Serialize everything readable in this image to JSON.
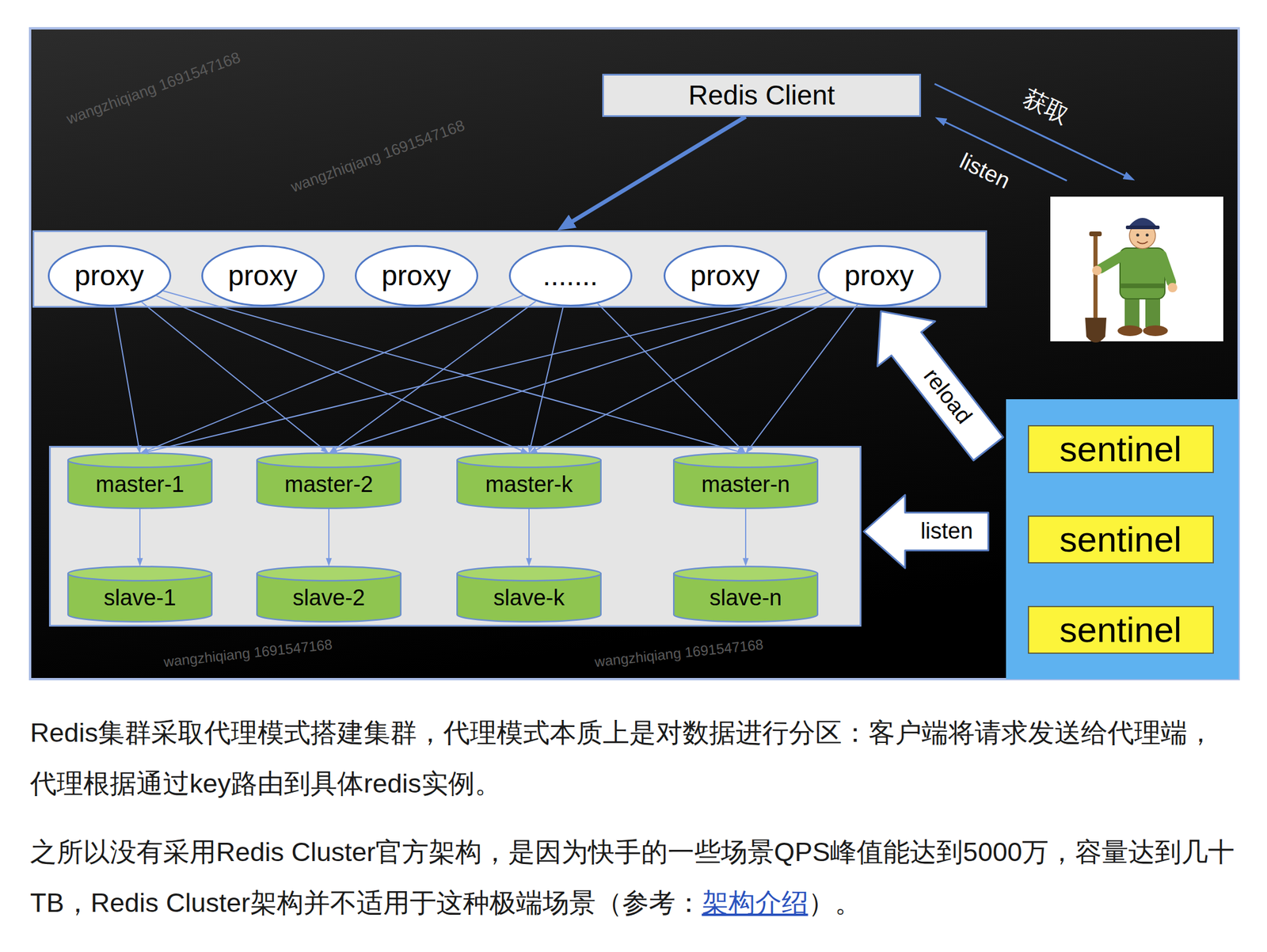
{
  "diagram": {
    "nodes": [
      {
        "text": [
          "Redis Client"
        ]
      },
      {
        "text": []
      },
      {
        "text": [
          "proxy"
        ],
        "in": 1
      },
      {
        "text": [
          "proxy"
        ],
        "in": 1
      },
      {
        "text": [
          "proxy"
        ],
        "in": 1
      },
      {
        "text": [
          "......."
        ],
        "in": 1
      },
      {
        "text": [
          "proxy"
        ],
        "in": 1
      },
      {
        "text": [
          "proxy"
        ],
        "in": 1
      },
      {
        "text": []
      },
      {
        "text": [
          "master-1"
        ],
        "in": 8
      },
      {
        "text": [
          "master-2"
        ],
        "in": 8
      },
      {
        "text": [
          "master-k"
        ],
        "in": 8
      },
      {
        "text": [
          "master-n"
        ],
        "in": 8
      },
      {
        "text": [
          "slave-1"
        ],
        "in": 8
      },
      {
        "text": [
          "slave-2"
        ],
        "in": 8
      },
      {
        "text": [
          "slave-k"
        ],
        "in": 8
      },
      {
        "text": [
          "slave-n"
        ],
        "in": 8
      },
      {
        "text": []
      },
      {
        "text": [
          "sentinel"
        ],
        "in": 17
      },
      {
        "text": [
          "sentinel"
        ],
        "in": 17
      },
      {
        "text": [
          "sentinel"
        ],
        "in": 17
      }
    ],
    "edges": [
      {
        "from": 0,
        "to": 1,
        "arrow": "to"
      },
      {
        "from": 2,
        "to": 9,
        "arrow": "to"
      },
      {
        "from": 2,
        "to": 10,
        "arrow": "to"
      },
      {
        "from": 2,
        "to": 11,
        "arrow": "to"
      },
      {
        "from": 2,
        "to": 12,
        "arrow": "to"
      },
      {
        "from": 5,
        "to": 9,
        "arrow": "to"
      },
      {
        "from": 5,
        "to": 10,
        "arrow": "to"
      },
      {
        "from": 5,
        "to": 11,
        "arrow": "to"
      },
      {
        "from": 5,
        "to": 12,
        "arrow": "to"
      },
      {
        "from": 7,
        "to": 9,
        "arrow": "to"
      },
      {
        "from": 7,
        "to": 10,
        "arrow": "to"
      },
      {
        "from": 7,
        "to": 11,
        "arrow": "to"
      },
      {
        "from": 7,
        "to": 12,
        "arrow": "to"
      },
      {
        "from": 9,
        "to": 13,
        "arrow": "to"
      },
      {
        "from": 10,
        "to": 14,
        "arrow": "to"
      },
      {
        "from": 11,
        "to": 15,
        "arrow": "to"
      },
      {
        "from": 12,
        "to": 16,
        "arrow": "to"
      },
      {
        "from": 17,
        "to": 1,
        "arrow": "to",
        "label": "reload"
      },
      {
        "from": 17,
        "to": 8,
        "arrow": "to",
        "label": "listen"
      }
    ],
    "labels": [
      "获取",
      "listen",
      "Redis集群采取代理模式搭建集群，代理模式本质上是对数据进行分区：客户端将请求发送给代理端，代理根据通过key路由到具体redis实例。",
      "之所以没有采用Redis Cluster官方架构，是因为快手的一些场景QPS峰值能达到5000万，容量达到几十TB，Redis Cluster架构并不适用于这种极端场景（参考：",
      "架构介绍",
      "）。",
      "wangzhiqiang 1691547168",
      "wangzhiqiang 1691547168",
      "wangzhiqiang 1691547168",
      "wangzhiqiang 1691547168"
    ]
  }
}
